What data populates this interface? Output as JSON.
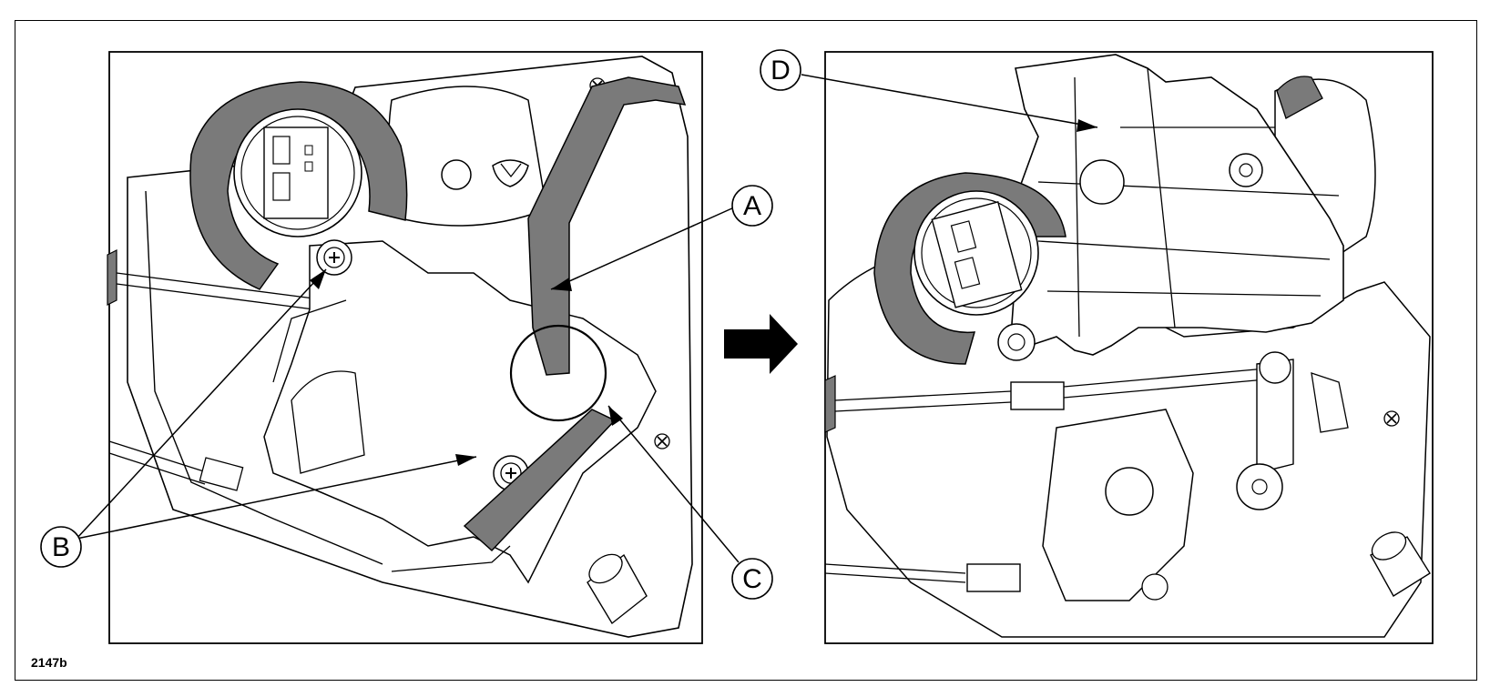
{
  "figure": {
    "code": "2147b",
    "callouts": {
      "a": "A",
      "b": "B",
      "c": "C",
      "d": "D"
    },
    "colors": {
      "line": "#000000",
      "tape": "#7a7a7a",
      "background": "#ffffff"
    }
  }
}
